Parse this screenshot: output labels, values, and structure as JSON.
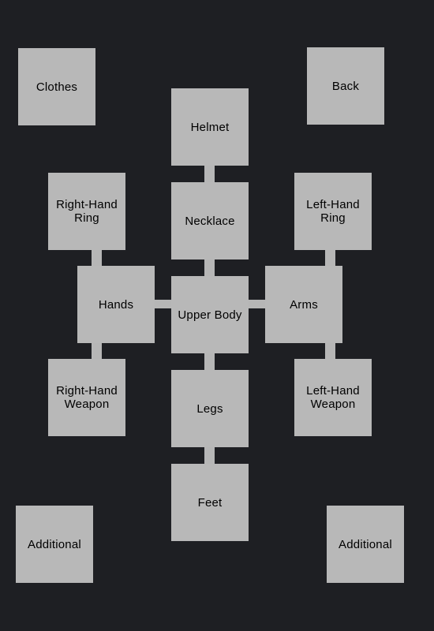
{
  "colors": {
    "background": "#1e1f23",
    "slot": "#b8b8b8",
    "connector": "#b6b6b6",
    "text": "#000000"
  },
  "slots": {
    "clothes": "Clothes",
    "back": "Back",
    "helmet": "Helmet",
    "right_hand_ring": "Right-Hand\nRing",
    "necklace": "Necklace",
    "left_hand_ring": "Left-Hand\nRing",
    "hands": "Hands",
    "upper_body": "Upper Body",
    "arms": "Arms",
    "right_hand_weapon": "Right-Hand\nWeapon",
    "legs": "Legs",
    "left_hand_weapon": "Left-Hand\nWeapon",
    "feet": "Feet",
    "additional_left": "Additional",
    "additional_right": "Additional"
  }
}
